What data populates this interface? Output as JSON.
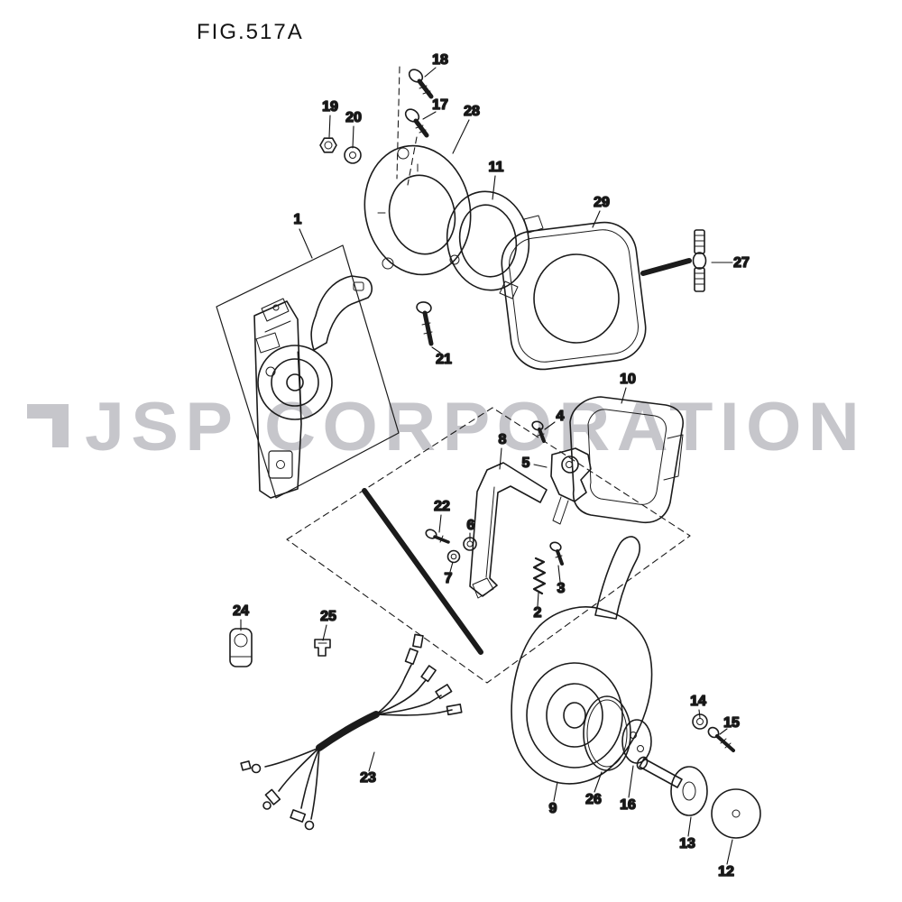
{
  "figure": {
    "title": "FIG.517A"
  },
  "watermark": {
    "text": "JSP CORPORATION"
  },
  "parts": [
    {
      "number": "1",
      "label": [
        330,
        248
      ],
      "leader": [
        332,
        254,
        346,
        286
      ]
    },
    {
      "number": "2",
      "label": [
        596,
        684
      ],
      "leader": [
        596,
        672,
        597,
        657
      ]
    },
    {
      "number": "3",
      "label": [
        622,
        657
      ],
      "leader": [
        621,
        645,
        619,
        627
      ]
    },
    {
      "number": "4",
      "label": [
        621,
        466
      ],
      "leader": [
        615,
        468,
        604,
        476
      ]
    },
    {
      "number": "5",
      "label": [
        583,
        518
      ],
      "leader": [
        592,
        515,
        606,
        518
      ]
    },
    {
      "number": "6",
      "label": [
        522,
        587
      ],
      "leader": [
        521,
        591,
        521,
        599
      ]
    },
    {
      "number": "7",
      "label": [
        497,
        646
      ],
      "leader": [
        499,
        634,
        502,
        623
      ]
    },
    {
      "number": "8",
      "label": [
        557,
        492
      ],
      "leader": [
        556,
        497,
        554,
        520
      ]
    },
    {
      "number": "9",
      "label": [
        613,
        901
      ],
      "leader": [
        614,
        888,
        618,
        867
      ]
    },
    {
      "number": "10",
      "label": [
        696,
        425
      ],
      "leader": [
        694,
        430,
        689,
        447
      ]
    },
    {
      "number": "11",
      "label": [
        550,
        190
      ],
      "leader": [
        549,
        195,
        546,
        221
      ]
    },
    {
      "number": "12",
      "label": [
        805,
        971
      ],
      "leader": [
        806,
        958,
        812,
        931
      ]
    },
    {
      "number": "13",
      "label": [
        762,
        940
      ],
      "leader": [
        763,
        927,
        766,
        906
      ]
    },
    {
      "number": "14",
      "label": [
        774,
        782
      ],
      "leader": [
        775,
        787,
        776,
        796
      ]
    },
    {
      "number": "15",
      "label": [
        811,
        806
      ],
      "leader": [
        806,
        808,
        798,
        814
      ]
    },
    {
      "number": "16",
      "label": [
        696,
        897
      ],
      "leader": [
        697,
        884,
        702,
        849
      ]
    },
    {
      "number": "17",
      "label": [
        488,
        121
      ],
      "leader": [
        483,
        124,
        469,
        132
      ]
    },
    {
      "number": "18",
      "label": [
        488,
        71
      ],
      "leader": [
        483,
        75,
        471,
        85
      ]
    },
    {
      "number": "19",
      "label": [
        366,
        123
      ],
      "leader": [
        366,
        128,
        365,
        152
      ]
    },
    {
      "number": "20",
      "label": [
        392,
        135
      ],
      "leader": [
        392,
        140,
        391,
        164
      ]
    },
    {
      "number": "21",
      "label": [
        492,
        403
      ],
      "leader": [
        488,
        391,
        479,
        385
      ]
    },
    {
      "number": "22",
      "label": [
        490,
        566
      ],
      "leader": [
        489,
        571,
        487,
        590
      ]
    },
    {
      "number": "23",
      "label": [
        408,
        867
      ],
      "leader": [
        409,
        855,
        415,
        834
      ]
    },
    {
      "number": "24",
      "label": [
        267,
        682
      ],
      "leader": [
        267,
        687,
        267,
        699
      ]
    },
    {
      "number": "25",
      "label": [
        364,
        688
      ],
      "leader": [
        362,
        693,
        358,
        710
      ]
    },
    {
      "number": "26",
      "label": [
        658,
        891
      ],
      "leader": [
        659,
        878,
        667,
        856
      ]
    },
    {
      "number": "27",
      "label": [
        822,
        296
      ],
      "leader": [
        812,
        291,
        789,
        291
      ]
    },
    {
      "number": "28",
      "label": [
        523,
        128
      ],
      "leader": [
        520,
        133,
        502,
        170
      ]
    },
    {
      "number": "29",
      "label": [
        667,
        229
      ],
      "leader": [
        665,
        234,
        657,
        252
      ]
    }
  ]
}
